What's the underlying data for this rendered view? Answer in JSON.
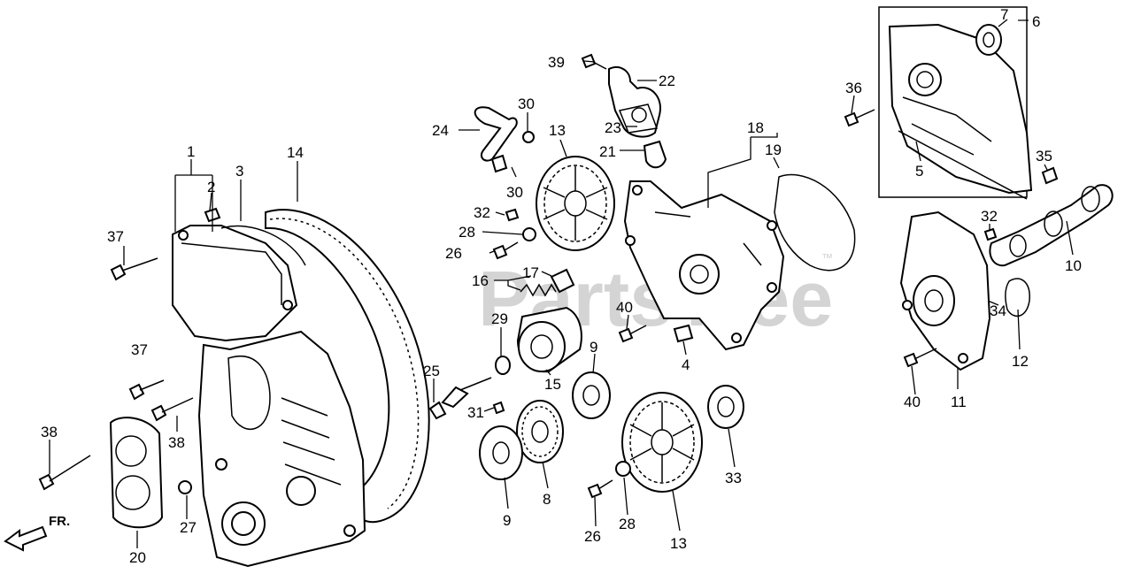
{
  "watermark": {
    "text": "PartsTree",
    "trademark": "™"
  },
  "direction_marker": {
    "label": "FR."
  },
  "callouts": {
    "c1": "1",
    "c2": "2",
    "c3": "3",
    "c4": "4",
    "c5": "5",
    "c6": "6",
    "c7": "7",
    "c8": "8",
    "c9a": "9",
    "c9b": "9",
    "c10": "10",
    "c11": "11",
    "c12": "12",
    "c13a": "13",
    "c13b": "13",
    "c14": "14",
    "c15": "15",
    "c16": "16",
    "c17": "17",
    "c18": "18",
    "c19": "19",
    "c20": "20",
    "c21": "21",
    "c22": "22",
    "c23": "23",
    "c24": "24",
    "c25": "25",
    "c26a": "26",
    "c26b": "26",
    "c27": "27",
    "c28a": "28",
    "c28b": "28",
    "c29": "29",
    "c30a": "30",
    "c30b": "30",
    "c31": "31",
    "c32a": "32",
    "c32b": "32",
    "c33": "33",
    "c34": "34",
    "c35": "35",
    "c36": "36",
    "c37a": "37",
    "c37b": "37",
    "c38a": "38",
    "c38b": "38",
    "c39": "39",
    "c40a": "40",
    "c40b": "40"
  }
}
